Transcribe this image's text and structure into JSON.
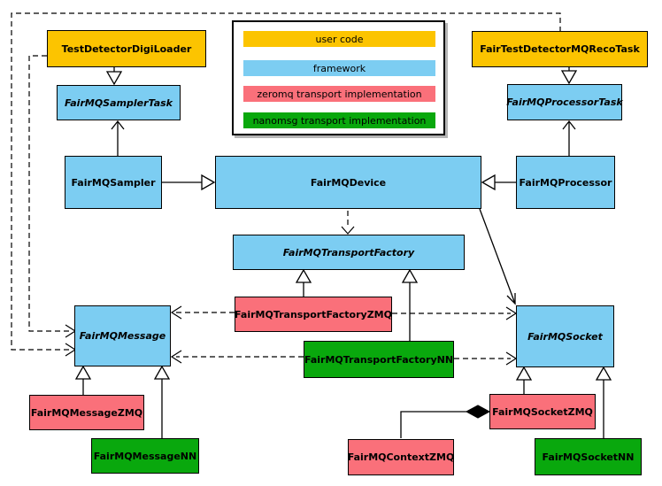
{
  "legend": {
    "items": [
      {
        "label": "user code"
      },
      {
        "label": "framework"
      },
      {
        "label": "zeromq transport implementation"
      },
      {
        "label": "nanomsg transport implementation"
      }
    ]
  },
  "colors": {
    "user_code": "#FCC400",
    "framework": "#7CCDF2",
    "zeromq_impl": "#FA707A",
    "nanomsg_impl": "#09A80D",
    "line": "#000000",
    "background": "#FFFFFF"
  },
  "nodes": {
    "test_detector_digi_loader": {
      "label": "TestDetectorDigiLoader",
      "category": "user code",
      "abstract": false
    },
    "fair_test_detector_mq_reco_task": {
      "label": "FairTestDetectorMQRecoTask",
      "category": "user code",
      "abstract": false
    },
    "fairmq_sampler_task": {
      "label": "FairMQSamplerTask",
      "category": "framework",
      "abstract": true
    },
    "fairmq_processor_task": {
      "label": "FairMQProcessorTask",
      "category": "framework",
      "abstract": true
    },
    "fairmq_sampler": {
      "label": "FairMQSampler",
      "category": "framework",
      "abstract": false
    },
    "fairmq_device": {
      "label": "FairMQDevice",
      "category": "framework",
      "abstract": false
    },
    "fairmq_processor": {
      "label": "FairMQProcessor",
      "category": "framework",
      "abstract": false
    },
    "fairmq_transport_factory": {
      "label": "FairMQTransportFactory",
      "category": "framework",
      "abstract": true
    },
    "fairmq_transport_factory_zmq": {
      "label": "FairMQTransportFactoryZMQ",
      "category": "zeromq transport implementation",
      "abstract": false
    },
    "fairmq_transport_factory_nn": {
      "label": "FairMQTransportFactoryNN",
      "category": "nanomsg transport implementation",
      "abstract": false
    },
    "fairmq_message": {
      "label": "FairMQMessage",
      "category": "framework",
      "abstract": true
    },
    "fairmq_socket": {
      "label": "FairMQSocket",
      "category": "framework",
      "abstract": true
    },
    "fairmq_message_zmq": {
      "label": "FairMQMessageZMQ",
      "category": "zeromq transport implementation",
      "abstract": false
    },
    "fairmq_message_nn": {
      "label": "FairMQMessageNN",
      "category": "nanomsg transport implementation",
      "abstract": false
    },
    "fairmq_context_zmq": {
      "label": "FairMQContextZMQ",
      "category": "zeromq transport implementation",
      "abstract": false
    },
    "fairmq_socket_zmq": {
      "label": "FairMQSocketZMQ",
      "category": "zeromq transport implementation",
      "abstract": false
    },
    "fairmq_socket_nn": {
      "label": "FairMQSocketNN",
      "category": "nanomsg transport implementation",
      "abstract": false
    }
  },
  "edges": [
    {
      "from": "TestDetectorDigiLoader",
      "to": "FairMQSamplerTask",
      "type": "inheritance"
    },
    {
      "from": "FairTestDetectorMQRecoTask",
      "to": "FairMQProcessorTask",
      "type": "inheritance"
    },
    {
      "from": "FairMQSampler",
      "to": "FairMQDevice",
      "type": "inheritance"
    },
    {
      "from": "FairMQProcessor",
      "to": "FairMQDevice",
      "type": "inheritance"
    },
    {
      "from": "FairMQSampler",
      "to": "FairMQSamplerTask",
      "type": "association"
    },
    {
      "from": "FairMQProcessor",
      "to": "FairMQProcessorTask",
      "type": "association"
    },
    {
      "from": "FairMQDevice",
      "to": "FairMQSocket",
      "type": "association"
    },
    {
      "from": "FairMQDevice",
      "to": "FairMQTransportFactory",
      "type": "dependency"
    },
    {
      "from": "TestDetectorDigiLoader",
      "to": "FairMQMessage",
      "type": "dependency"
    },
    {
      "from": "FairTestDetectorMQRecoTask",
      "to": "FairMQMessage",
      "type": "dependency"
    },
    {
      "from": "FairMQTransportFactoryZMQ",
      "to": "FairMQTransportFactory",
      "type": "inheritance"
    },
    {
      "from": "FairMQTransportFactoryNN",
      "to": "FairMQTransportFactory",
      "type": "inheritance"
    },
    {
      "from": "FairMQTransportFactoryZMQ",
      "to": "FairMQMessage",
      "type": "dependency"
    },
    {
      "from": "FairMQTransportFactoryZMQ",
      "to": "FairMQSocket",
      "type": "dependency"
    },
    {
      "from": "FairMQTransportFactoryNN",
      "to": "FairMQMessage",
      "type": "dependency"
    },
    {
      "from": "FairMQTransportFactoryNN",
      "to": "FairMQSocket",
      "type": "dependency"
    },
    {
      "from": "FairMQMessageZMQ",
      "to": "FairMQMessage",
      "type": "inheritance"
    },
    {
      "from": "FairMQMessageNN",
      "to": "FairMQMessage",
      "type": "inheritance"
    },
    {
      "from": "FairMQSocketZMQ",
      "to": "FairMQSocket",
      "type": "inheritance"
    },
    {
      "from": "FairMQSocketNN",
      "to": "FairMQSocket",
      "type": "inheritance"
    },
    {
      "from": "FairMQSocketZMQ",
      "to": "FairMQContextZMQ",
      "type": "composition"
    }
  ]
}
